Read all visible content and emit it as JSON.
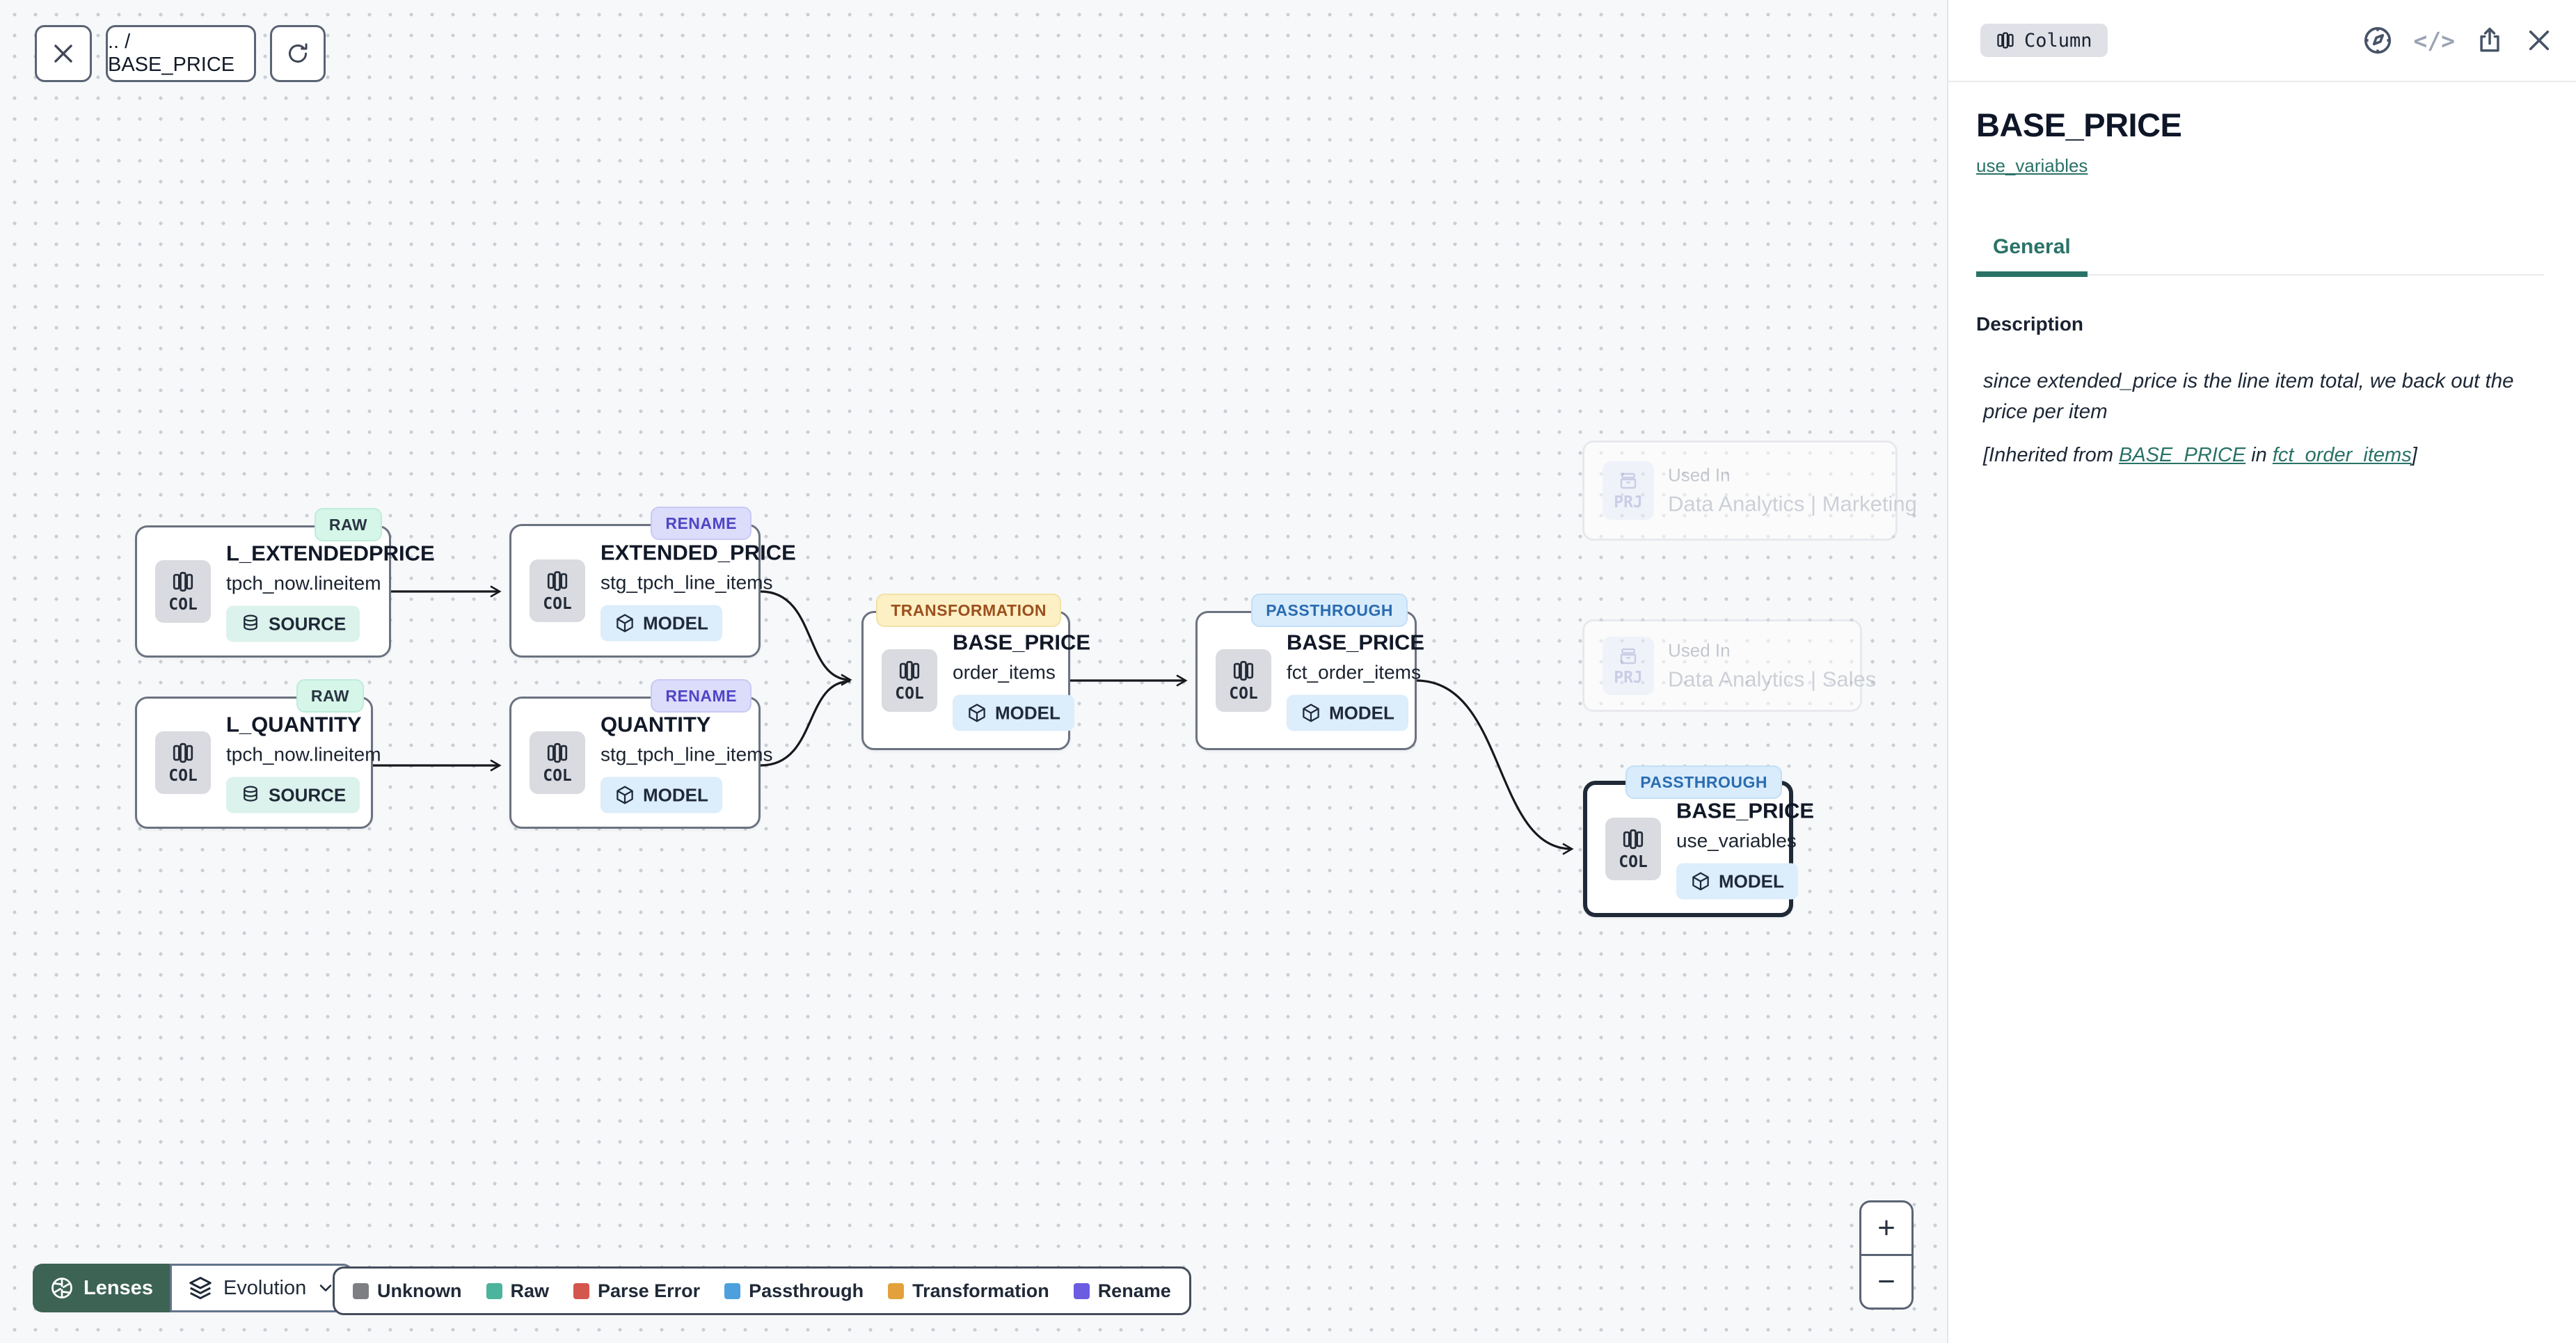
{
  "toolbar": {
    "breadcrumb": ".. / BASE_PRICE"
  },
  "canvas": {
    "nodes": [
      {
        "badge": "RAW",
        "title": "L_EXTENDEDPRICE",
        "subtitle": "tpch_now.lineitem",
        "kind": "COL",
        "type_label": "SOURCE"
      },
      {
        "badge": "RENAME",
        "title": "EXTENDED_PRICE",
        "subtitle": "stg_tpch_line_items",
        "kind": "COL",
        "type_label": "MODEL"
      },
      {
        "badge": "RAW",
        "title": "L_QUANTITY",
        "subtitle": "tpch_now.lineitem",
        "kind": "COL",
        "type_label": "SOURCE"
      },
      {
        "badge": "RENAME",
        "title": "QUANTITY",
        "subtitle": "stg_tpch_line_items",
        "kind": "COL",
        "type_label": "MODEL"
      },
      {
        "badge": "TRANSFORMATION",
        "title": "BASE_PRICE",
        "subtitle": "order_items",
        "kind": "COL",
        "type_label": "MODEL"
      },
      {
        "badge": "PASSTHROUGH",
        "title": "BASE_PRICE",
        "subtitle": "fct_order_items",
        "kind": "COL",
        "type_label": "MODEL"
      },
      {
        "badge": "PASSTHROUGH",
        "title": "BASE_PRICE",
        "subtitle": "use_variables",
        "kind": "COL",
        "type_label": "MODEL"
      }
    ],
    "ghost_nodes": [
      {
        "kind": "PRJ",
        "label": "Used In",
        "name": "Data Analytics | Marketing"
      },
      {
        "kind": "PRJ",
        "label": "Used In",
        "name": "Data Analytics | Sales"
      }
    ]
  },
  "lens_bar": {
    "lenses_label": "Lenses",
    "mode_label": "Evolution"
  },
  "legend": {
    "items": [
      {
        "label": "Unknown",
        "color": "#7d7f83"
      },
      {
        "label": "Raw",
        "color": "#4cb39c"
      },
      {
        "label": "Parse Error",
        "color": "#d4574e"
      },
      {
        "label": "Passthrough",
        "color": "#4da0dd"
      },
      {
        "label": "Transformation",
        "color": "#e3a13c"
      },
      {
        "label": "Rename",
        "color": "#6b5ce0"
      }
    ]
  },
  "zoom_controls": {
    "zoom_in": "+",
    "zoom_out": "−"
  },
  "panel": {
    "type_chip": "Column",
    "code_icon_label": "</>",
    "title": "BASE_PRICE",
    "subtitle_link": "use_variables",
    "tabs": [
      {
        "label": "General"
      }
    ],
    "description_heading": "Description",
    "description_text": "since extended_price is the line item total, we back out the price per item",
    "inherited_prefix": "[Inherited from ",
    "inherited_link_column": "BASE_PRICE",
    "inherited_middle": " in ",
    "inherited_link_model": "fct_order_items",
    "inherited_suffix": "]"
  },
  "colors": {
    "accent_teal": "#2a7268",
    "lenses_green": "#3d6355",
    "canvas_bg": "#f7f8fa",
    "badge_raw_bg": "#d5f6e9",
    "badge_rename_bg": "#dcdcfb",
    "badge_transformation_bg": "#fcf0c4",
    "badge_passthrough_bg": "#d9ecfc",
    "edge": "#16181d"
  }
}
